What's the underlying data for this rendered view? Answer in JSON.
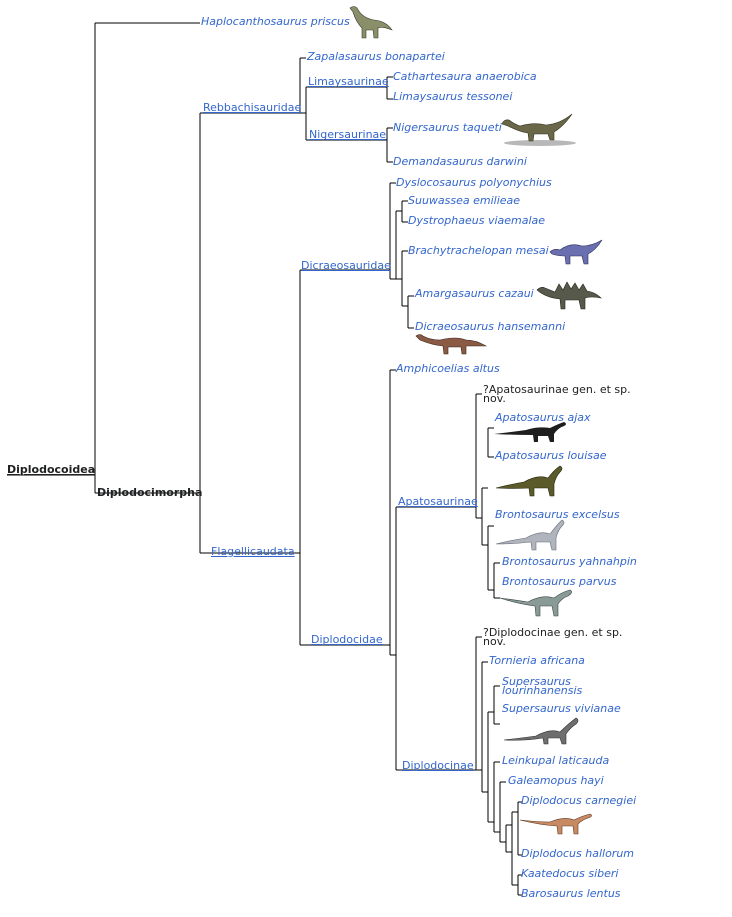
{
  "root": "Diplodocoidea",
  "diplodocimorpha": "Diplodocimorpha",
  "rebbachisauridae": {
    "name": "Rebbachisauridae",
    "limaysaurinae": "Limaysaurinae",
    "nigersaurinae": "Nigersaurinae",
    "taxa": {
      "zapalasaurus": "Zapalasaurus bonapartei",
      "cathartesaura": "Cathartesaura anaerobica",
      "limaysaurus": "Limaysaurus tessonei",
      "nigersaurus": "Nigersaurus taqueti",
      "demandasaurus": "Demandasaurus darwini"
    }
  },
  "haplocanthosaurus": "Haplocanthosaurus priscus",
  "flagellicaudata": "Flagellicaudata",
  "dicraeosauridae": {
    "name": "Dicraeosauridae",
    "taxa": {
      "dyslocosaurus": "Dyslocosaurus polyonychius",
      "suuwassea": "Suuwassea emilieae",
      "dystrophaeus": "Dystrophaeus viaemalae",
      "brachytrachelopan": "Brachytrachelopan mesai",
      "amargasaurus": "Amargasaurus cazaui",
      "dicraeosaurus": "Dicraeosaurus hansemanni"
    }
  },
  "diplodocidae": {
    "name": "Diplodocidae",
    "amphicoelias": "Amphicoelias altus"
  },
  "apatosaurinae": {
    "name": "Apatosaurinae",
    "gen_line1": "?Apatosaurinae gen. et sp.",
    "gen_line2": "nov.",
    "taxa": {
      "ajax": "Apatosaurus ajax",
      "louisae": "Apatosaurus louisae",
      "excelsus": "Brontosaurus excelsus",
      "yahnahpin": "Brontosaurus yahnahpin",
      "parvus": "Brontosaurus parvus"
    }
  },
  "diplodocinae": {
    "name": "Diplodocinae",
    "gen_line1": "?Diplodocinae gen. et sp.",
    "gen_line2": "nov.",
    "taxa": {
      "tornieria": "Tornieria africana",
      "supersaurus_l1": "Supersaurus",
      "supersaurus_l2": "lourinhanensis",
      "vivianae": "Supersaurus vivianae",
      "leinkupal": "Leinkupal laticauda",
      "galeamopus": "Galeamopus hayi",
      "carnegiei": "Diplodocus carnegiei",
      "hallorum": "Diplodocus hallorum",
      "kaatedocus": "Kaatedocus siberi",
      "barosaurus": "Barosaurus lentus"
    }
  },
  "colors": {
    "link": "#3366cc",
    "line": "#000000",
    "text": "#202122"
  }
}
